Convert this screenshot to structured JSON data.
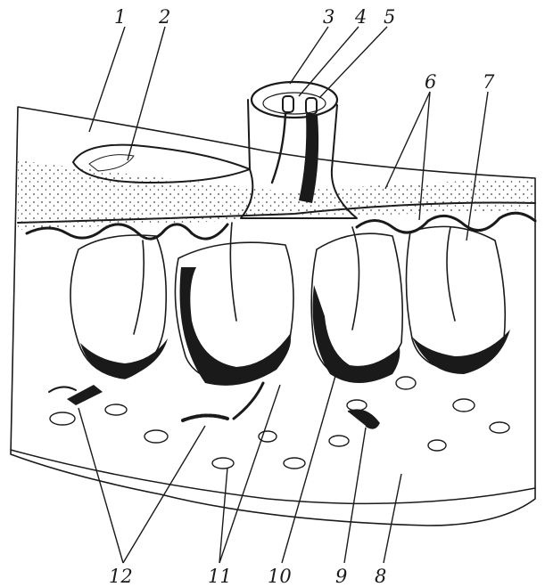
{
  "figure": {
    "labels": [
      "1",
      "2",
      "3",
      "4",
      "5",
      "6",
      "7",
      "8",
      "9",
      "10",
      "11",
      "12"
    ]
  },
  "colors": {
    "ink": "#1a1a1a",
    "paper": "#ffffff",
    "stipple": "#3a3a3a"
  }
}
